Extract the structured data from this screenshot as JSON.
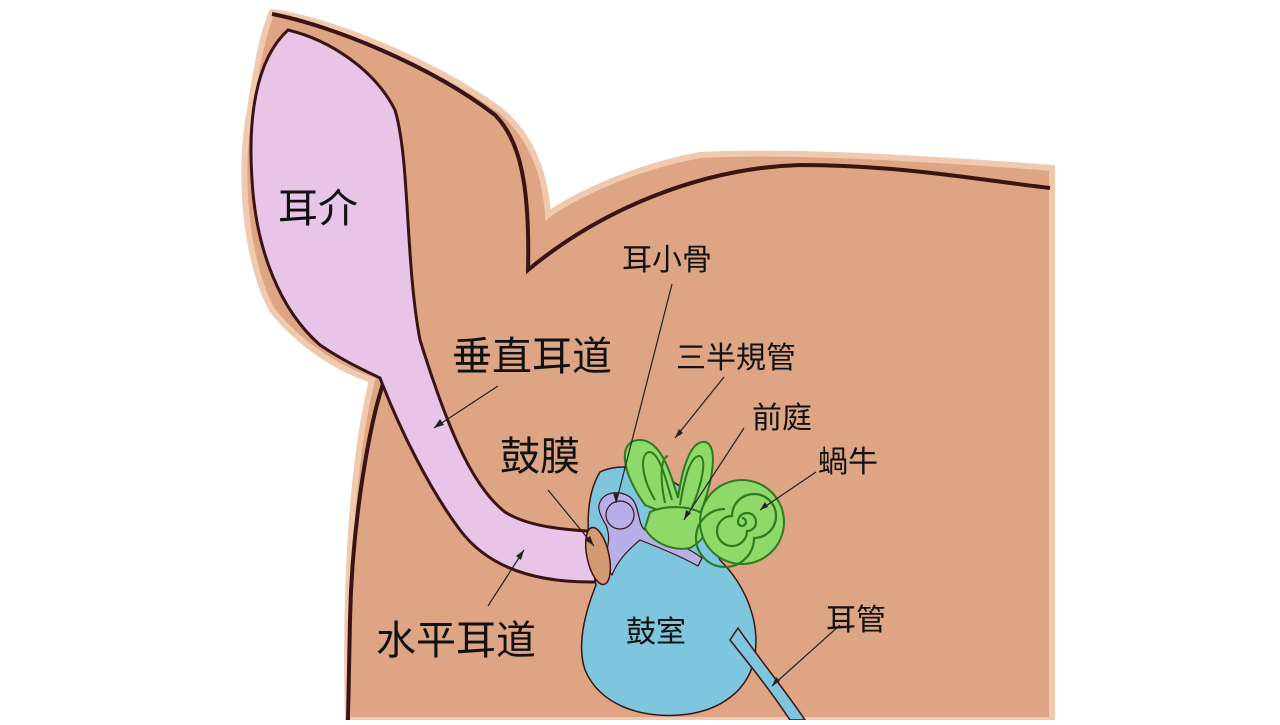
{
  "diagram": {
    "labels": {
      "pinna": "耳介",
      "vertical_canal": "垂直耳道",
      "horizontal_canal": "水平耳道",
      "eardrum": "鼓膜",
      "ossicles": "耳小骨",
      "semicircular_canals": "三半規管",
      "vestibule": "前庭",
      "cochlea": "蝸牛",
      "tympanic_cavity": "鼓室",
      "eustachian_tube": "耳管"
    },
    "colors": {
      "skin": "#dda583",
      "skin_edge": "#f0c9ae",
      "outline": "#3a1414",
      "canal": "#e9c4e9",
      "eardrum": "#d49a74",
      "middle_ear": "#7ec6de",
      "ossicle": "#b8aee8",
      "inner_ear": "#8fd86a",
      "inner_ear_line": "#2e7a1e"
    }
  }
}
